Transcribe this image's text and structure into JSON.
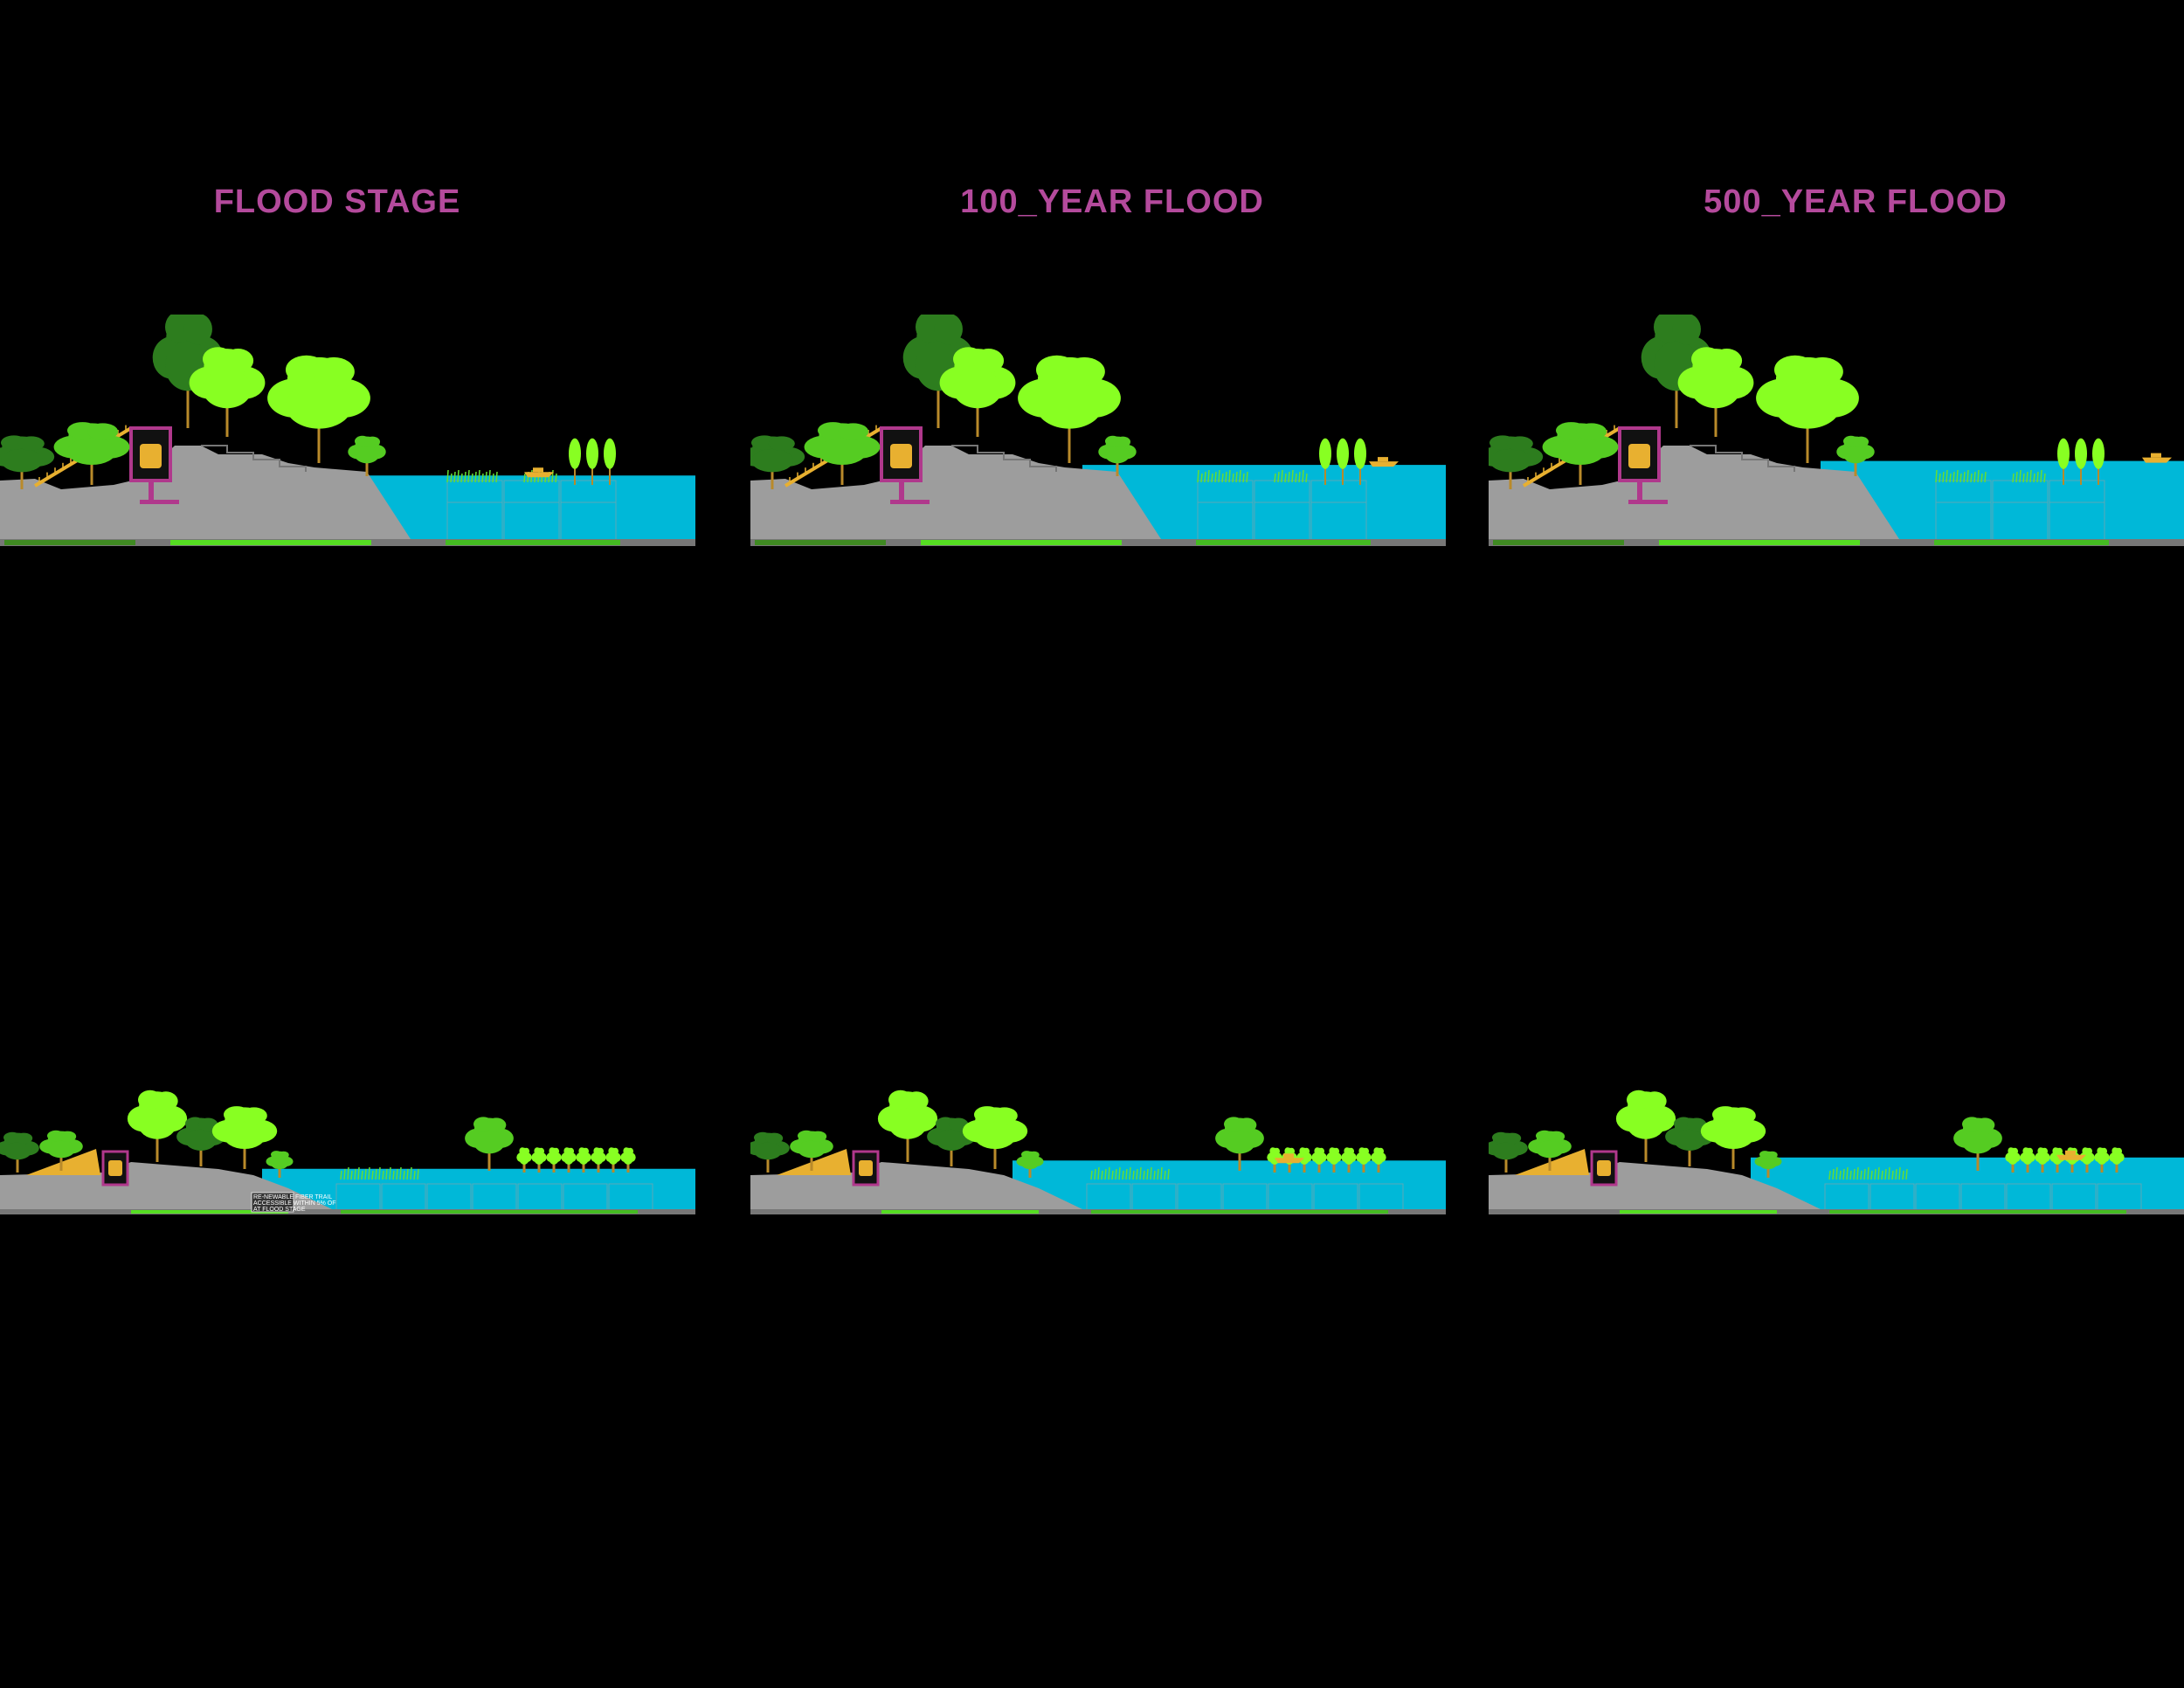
{
  "titles": [
    "FLOOD STAGE",
    "100_YEAR FLOOD",
    "500_YEAR FLOOD"
  ],
  "note_lines": [
    "RE-NEWABLE FIBER TRAIL",
    "ACCESSIBLE WITHIN 5% OF",
    "AT FLOOD STAGE"
  ],
  "colors": {
    "title": "#b44a9c",
    "ground": "#9d9d9d",
    "water": "#00b8d8",
    "tree_light": "#88ff22",
    "tree_mid": "#55cc22",
    "tree_dark": "#2d7d1e",
    "ramp": "#e8b030",
    "frame": "#b0388c"
  },
  "panels": [
    {
      "section": "upper",
      "water_level": 0.35
    },
    {
      "section": "upper",
      "water_level": 0.62
    },
    {
      "section": "upper",
      "water_level": 0.72
    },
    {
      "section": "lower",
      "water_level": 0.35
    },
    {
      "section": "lower",
      "water_level": 0.62
    },
    {
      "section": "lower",
      "water_level": 0.72
    }
  ]
}
